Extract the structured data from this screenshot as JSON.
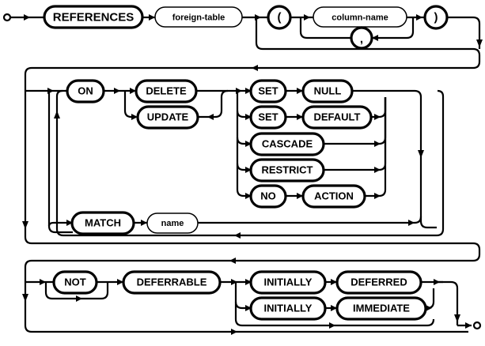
{
  "diagram": {
    "title": "REFERENCES clause railroad diagram",
    "type": "syntax-railroad-diagram",
    "colors": {
      "background": "#ffffff",
      "line": "#000000",
      "text": "#000000"
    },
    "terminals": {
      "references": "REFERENCES",
      "lparen": "(",
      "rparen": ")",
      "comma": ",",
      "on": "ON",
      "delete": "DELETE",
      "update": "UPDATE",
      "set1": "SET",
      "null": "NULL",
      "set2": "SET",
      "default": "DEFAULT",
      "cascade": "CASCADE",
      "restrict": "RESTRICT",
      "no": "NO",
      "action": "ACTION",
      "match": "MATCH",
      "not": "NOT",
      "deferrable": "DEFERRABLE",
      "initially1": "INITIALLY",
      "deferred": "DEFERRED",
      "initially2": "INITIALLY",
      "immediate": "IMMEDIATE"
    },
    "nonterminals": {
      "foreign_table": "foreign-table",
      "column_name": "column-name",
      "name": "name"
    }
  }
}
